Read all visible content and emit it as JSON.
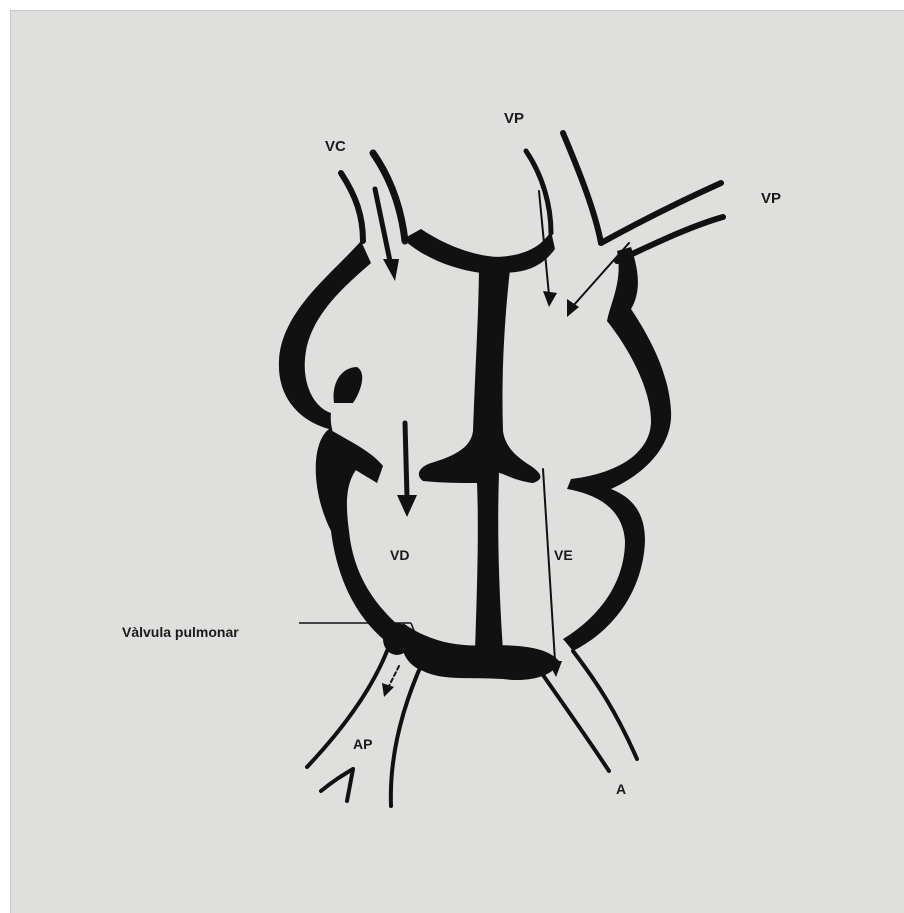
{
  "diagram": {
    "labels": {
      "vc": "VC",
      "vp_top": "VP",
      "vp_right": "VP",
      "vd": "VD",
      "ve": "VE",
      "valvula": "Vàlvula pulmonar",
      "ap": "AP",
      "a": "A"
    }
  },
  "colors": {
    "background": "#dfdfdd",
    "ink": "#111111"
  }
}
